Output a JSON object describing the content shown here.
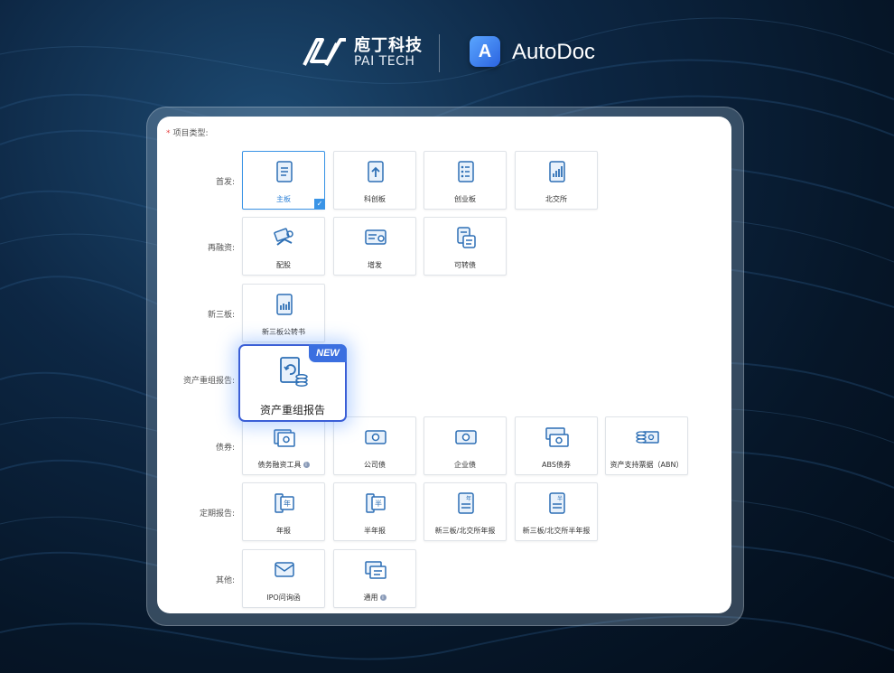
{
  "brand": {
    "pai_cn": "庖丁科技",
    "pai_en": "PAI TECH",
    "autodoc_letter": "A",
    "autodoc_name": "AutoDoc"
  },
  "form": {
    "required_mark": "*",
    "section_label": "项目类型:",
    "rows": {
      "ipo": "首发:",
      "refinance": "再融资:",
      "neeq": "新三板:",
      "restructure": "资产重组报告:",
      "bonds": "债券:",
      "periodic": "定期报告:",
      "other": "其他:"
    },
    "cards": {
      "main_board": "主板",
      "star_market": "科创板",
      "chinext": "创业板",
      "bse": "北交所",
      "rights_issue": "配股",
      "private_placement": "增发",
      "convertible": "可转债",
      "neeq_transfer": "新三板公转书",
      "debt_instruments": "债务融资工具",
      "corporate_bond": "公司债",
      "enterprise_bond": "企业债",
      "abs_bond": "ABS债券",
      "abn": "资产支持票据（ABN）",
      "annual_report": "年报",
      "semiannual_report": "半年报",
      "neeq_annual": "新三板/北交所年报",
      "neeq_semiannual": "新三板/北交所半年报",
      "ipo_inquiry": "IPO问询函",
      "general": "通用"
    },
    "feature": {
      "badge": "NEW",
      "label": "资产重组报告"
    },
    "selected": "main_board",
    "check_glyph": "✓",
    "info_glyph": "i"
  },
  "colors": {
    "accent": "#3a94e6",
    "feature_border": "#3b5fd6",
    "icon_blue": "#2d6fb5",
    "required": "#e54545"
  },
  "icons": {
    "main_board": "document-lines-icon",
    "star_market": "document-upload-icon",
    "chinext": "checklist-icon",
    "bse": "chart-document-icon",
    "rights_issue": "handshake-icon",
    "private_placement": "certificate-icon",
    "convertible": "exchange-document-icon",
    "neeq_transfer": "bar-chart-document-icon",
    "restructure": "refresh-coins-document-icon",
    "debt_instruments": "cash-stack-icon",
    "corporate_bond": "banknote-icon",
    "enterprise_bond": "banknote-icon",
    "abs_bond": "card-banknote-icon",
    "abn": "coins-banknote-icon",
    "annual_report": "calendar-year-icon",
    "semiannual_report": "calendar-half-icon",
    "neeq_annual": "calendar-year-doc-icon",
    "neeq_semiannual": "calendar-half-doc-icon",
    "ipo_inquiry": "mail-icon",
    "general": "stacked-docs-icon"
  }
}
